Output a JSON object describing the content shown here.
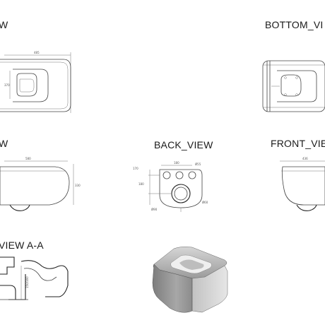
{
  "views": {
    "top_view": {
      "title": "W",
      "dims": {
        "length": "485",
        "height": "370"
      }
    },
    "bottom_view": {
      "title": "BOTTOM_VI"
    },
    "side_view": {
      "title": "W",
      "dims": {
        "length": "580",
        "height": "330"
      }
    },
    "back_view": {
      "title": "BACK_VIEW",
      "dims": {
        "d1": "180",
        "d2": "Ø55",
        "d3": "Ø60",
        "d4": "170",
        "d5": "180",
        "d6": "Ø90"
      }
    },
    "front_view": {
      "title": "FRONT_VIE",
      "dims": {
        "width": "436"
      }
    },
    "section_view": {
      "title": "VIEW  A-A",
      "dims": {
        "h": "150/160"
      }
    }
  },
  "render": {
    "label": "3D render of wall-hung toilet"
  }
}
